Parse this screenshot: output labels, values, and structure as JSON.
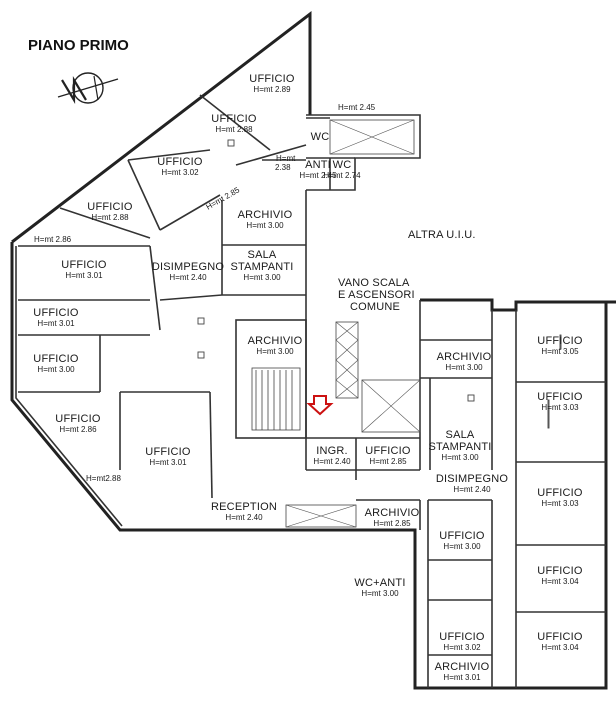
{
  "title": "PIANO PRIMO",
  "colors": {
    "ink": "#222222",
    "arrow": "#cc1111",
    "paper": "#ffffff"
  },
  "icons": {
    "north": "north-arrow-icon",
    "entrance": "entrance-arrow-icon"
  },
  "rooms": [
    {
      "id": "ufficio-top-right-wing",
      "name": "UFFICIO",
      "height": "H=mt 2.89"
    },
    {
      "id": "ufficio-wing-2",
      "name": "UFFICIO",
      "height": "H=mt 2.88"
    },
    {
      "id": "ufficio-wing-3",
      "name": "UFFICIO",
      "height": "H=mt 3.02"
    },
    {
      "id": "ufficio-wing-4",
      "name": "UFFICIO",
      "height": "H=mt 2.88"
    },
    {
      "id": "ufficio-left-1",
      "name": "UFFICIO",
      "height": "H=mt 3.01"
    },
    {
      "id": "ufficio-left-2",
      "name": "UFFICIO",
      "height": "H=mt 3.01"
    },
    {
      "id": "ufficio-left-3",
      "name": "UFFICIO",
      "height": "H=mt 3.00"
    },
    {
      "id": "ufficio-left-4",
      "name": "UFFICIO",
      "height": "H=mt 2.86"
    },
    {
      "id": "ufficio-center",
      "name": "UFFICIO",
      "height": "H=mt 3.01"
    },
    {
      "id": "archivio-top",
      "name": "ARCHIVIO",
      "height": "H=mt 3.00"
    },
    {
      "id": "sala-stampanti-top",
      "name": "SALA",
      "name2": "STAMPANTI",
      "height": "H=mt 3.00"
    },
    {
      "id": "disimpegno-left",
      "name": "DISIMPEGNO",
      "height": "H=mt 2.40"
    },
    {
      "id": "archivio-stair",
      "name": "ARCHIVIO",
      "height": "H=mt 3.00"
    },
    {
      "id": "wc-top",
      "name": "WC",
      "height": ""
    },
    {
      "id": "anti",
      "name": "ANTI",
      "height": "H=mt 2.45"
    },
    {
      "id": "wc-small",
      "name": "WC",
      "height": "H=mt 2.74"
    },
    {
      "id": "ingr",
      "name": "INGR.",
      "height": "H=mt 2.40"
    },
    {
      "id": "ufficio-285",
      "name": "UFFICIO",
      "height": "H=mt 2.85"
    },
    {
      "id": "reception",
      "name": "RECEPTION",
      "height": "H=mt 2.40"
    },
    {
      "id": "archivio-285",
      "name": "ARCHIVIO",
      "height": "H=mt 2.85"
    },
    {
      "id": "archivio-right",
      "name": "ARCHIVIO",
      "height": "H=mt 3.00"
    },
    {
      "id": "sala-stampanti-right",
      "name": "SALA",
      "name2": "STAMPANTI",
      "height": "H=mt 3.00"
    },
    {
      "id": "disimpegno-right",
      "name": "DISIMPEGNO",
      "height": "H=mt 2.40"
    },
    {
      "id": "ufficio-300-right",
      "name": "UFFICIO",
      "height": "H=mt 3.00"
    },
    {
      "id": "wc-anti",
      "name": "WC+ANTI",
      "height": "H=mt 3.00"
    },
    {
      "id": "ufficio-302",
      "name": "UFFICIO",
      "height": "H=mt 3.02"
    },
    {
      "id": "archivio-bottom",
      "name": "ARCHIVIO",
      "height": "H=mt 3.01"
    },
    {
      "id": "ufficio-r-305",
      "name": "UFFICIO",
      "height": "H=mt 3.05"
    },
    {
      "id": "ufficio-r-303a",
      "name": "UFFICIO",
      "height": "H=mt 3.03"
    },
    {
      "id": "ufficio-r-303b",
      "name": "UFFICIO",
      "height": "H=mt 3.03"
    },
    {
      "id": "ufficio-r-304a",
      "name": "UFFICIO",
      "height": "H=mt 3.04"
    },
    {
      "id": "ufficio-r-304b",
      "name": "UFFICIO",
      "height": "H=mt 3.04"
    }
  ],
  "notes": {
    "altra": "ALTRA U.I.U.",
    "vano_1": "VANO SCALA",
    "vano_2": "E ASCENSORI",
    "vano_3": "COMUNE",
    "h_245": "H=mt 2.45",
    "h_238_a": "H=mt",
    "h_238_b": "2.38",
    "h_286": "H=mt 2.86",
    "h_285": "H=mt 2.85",
    "h_288": "H=mt2.88"
  }
}
